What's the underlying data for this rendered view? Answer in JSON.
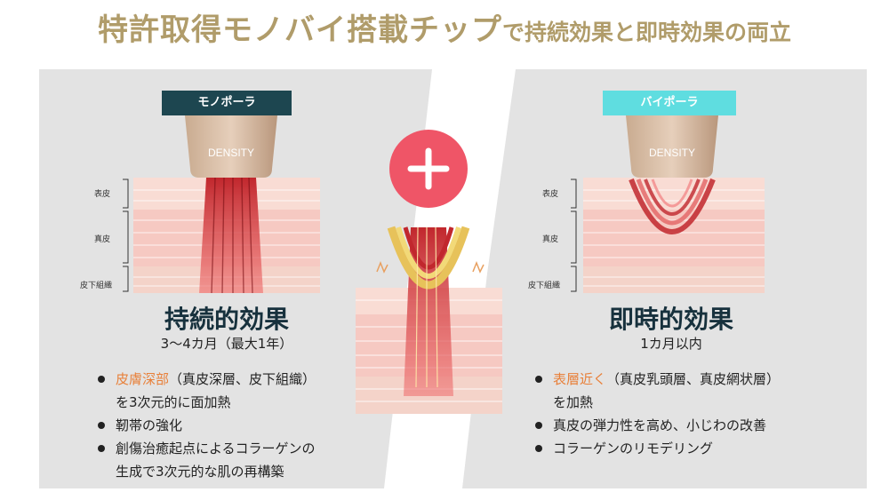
{
  "title": {
    "main": "特許取得モノバイ搭載チップ",
    "sub": "で持続効果と即時効果の両立"
  },
  "left": {
    "badge": "モノポーラ",
    "device_label": "DENSITY",
    "layers": [
      "表皮",
      "真皮",
      "皮下組織"
    ],
    "heading": "持続的効果",
    "subheading": "3〜4カ月（最大1年）",
    "bullets": [
      {
        "highlight": "皮膚深部",
        "rest": "（真皮深層、皮下組織）",
        "line2": "を3次元的に面加熱"
      },
      {
        "highlight": "",
        "rest": "靭帯の強化",
        "line2": ""
      },
      {
        "highlight": "",
        "rest": "創傷治癒起点によるコラーゲンの",
        "line2": "生成で3次元的な肌の再構築"
      }
    ]
  },
  "right": {
    "badge": "バイポーラ",
    "device_label": "DENSITY",
    "layers": [
      "表皮",
      "真皮",
      "皮下組織"
    ],
    "heading": "即時的効果",
    "subheading": "1カ月以内",
    "bullets": [
      {
        "highlight": "表層近く",
        "rest": "（真皮乳頭層、真皮網状層）",
        "line2": "を加熱"
      },
      {
        "highlight": "",
        "rest": "真皮の弾力性を高め、小じわの改善",
        "line2": ""
      },
      {
        "highlight": "",
        "rest": "コラーゲンのリモデリング",
        "line2": ""
      }
    ]
  },
  "center": {
    "plus_icon": "plus-icon"
  },
  "colors": {
    "title_gold": "#b09c6a",
    "panel_gray": "#e3e3e3",
    "mono_badge": "#1d4650",
    "bi_badge": "#5fdde0",
    "plus_circle": "#ef5567",
    "heading_navy": "#17313d",
    "highlight_orange": "#e8803a"
  }
}
